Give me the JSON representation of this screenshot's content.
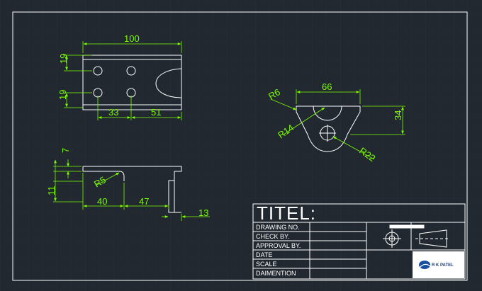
{
  "colors": {
    "background": "#212830",
    "grid": "#2a323c",
    "geometry": "#ffffff",
    "dimension": "#7CFC00",
    "logo_bg": "#ffffff",
    "logo_accent": "#1a4fa0"
  },
  "top_view": {
    "width_dim": "100",
    "height_dim_top": "19",
    "height_dim_bottom": "19",
    "hole_spacing_1": "33",
    "hole_spacing_2": "51"
  },
  "side_view": {
    "thickness_dim": "7",
    "flange_height_dim": "11",
    "bend_radius": "R5",
    "length_dim_1": "40",
    "length_dim_2": "47",
    "flange_thickness_dim": "13"
  },
  "end_view": {
    "width_dim": "66",
    "height_dim": "34",
    "radius_small": "R6",
    "radius_mid": "R14",
    "radius_large": "R22"
  },
  "title_block": {
    "title": "TITEL:",
    "rows": [
      "DRAWING NO.",
      "CHECK BY.",
      "APPROVAL BY.",
      "DATE",
      "SCALE",
      "DAIMENTION"
    ],
    "logo_text": "R K PATEL"
  }
}
